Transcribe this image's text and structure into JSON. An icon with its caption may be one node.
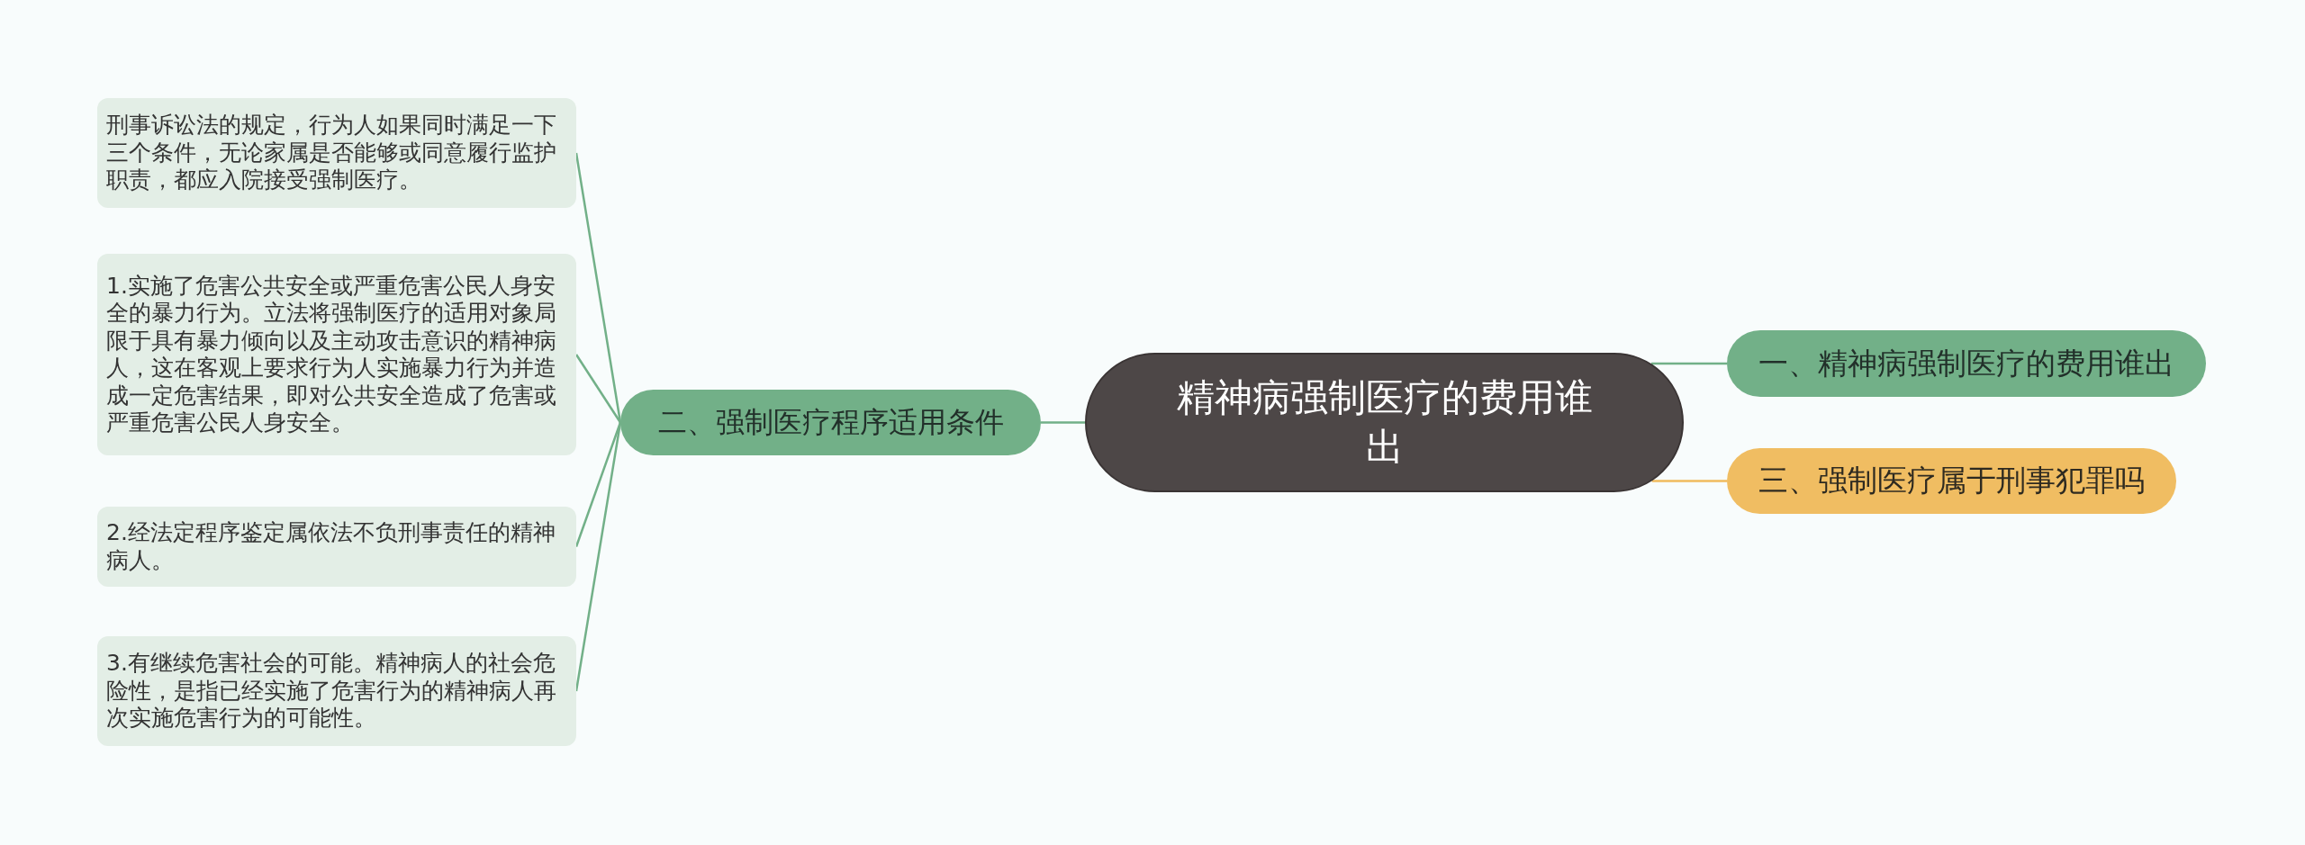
{
  "diagram": {
    "nodes": [
      {
        "text": [
          "精神病强制医疗的费用谁出"
        ]
      },
      {
        "text": [
          "一、精神病强制医疗的费用谁出"
        ]
      },
      {
        "text": [
          "三、强制医疗属于刑事犯罪吗"
        ]
      },
      {
        "text": [
          "二、强制医疗程序适用条件"
        ]
      },
      {
        "text": [
          "刑事诉讼法的规定，行为人如果同时满足一下三个条件，无论家属是否能够或同意履行监护职责，都应入院接受强制医疗。"
        ]
      },
      {
        "text": [
          "1.实施了危害公共安全或严重危害公民人身安全的暴力行为。立法将强制医疗的适用对象局限于具有暴力倾向以及主动攻击意识的精神病人，这在客观上要求行为人实施暴力行为并造成一定危害结果，即对公共安全造成了危害或严重危害公民人身安全。"
        ]
      },
      {
        "text": [
          "2.经法定程序鉴定属依法不负刑事责任的精神病人。"
        ]
      },
      {
        "text": [
          "3.有继续危害社会的可能。精神病人的社会危险性，是指已经实施了危害行为的精神病人再次实施危害行为的可能性。"
        ]
      }
    ],
    "edges": [
      {
        "from": 0,
        "to": 1,
        "arrow": "none"
      },
      {
        "from": 0,
        "to": 2,
        "arrow": "none",
        "color": "#f0bb5e"
      },
      {
        "from": 0,
        "to": 3,
        "arrow": "none"
      },
      {
        "from": 3,
        "to": 4,
        "arrow": "none"
      },
      {
        "from": 3,
        "to": 5,
        "arrow": "none"
      },
      {
        "from": 3,
        "to": 6,
        "arrow": "none"
      },
      {
        "from": 3,
        "to": 7,
        "arrow": "none"
      }
    ]
  }
}
